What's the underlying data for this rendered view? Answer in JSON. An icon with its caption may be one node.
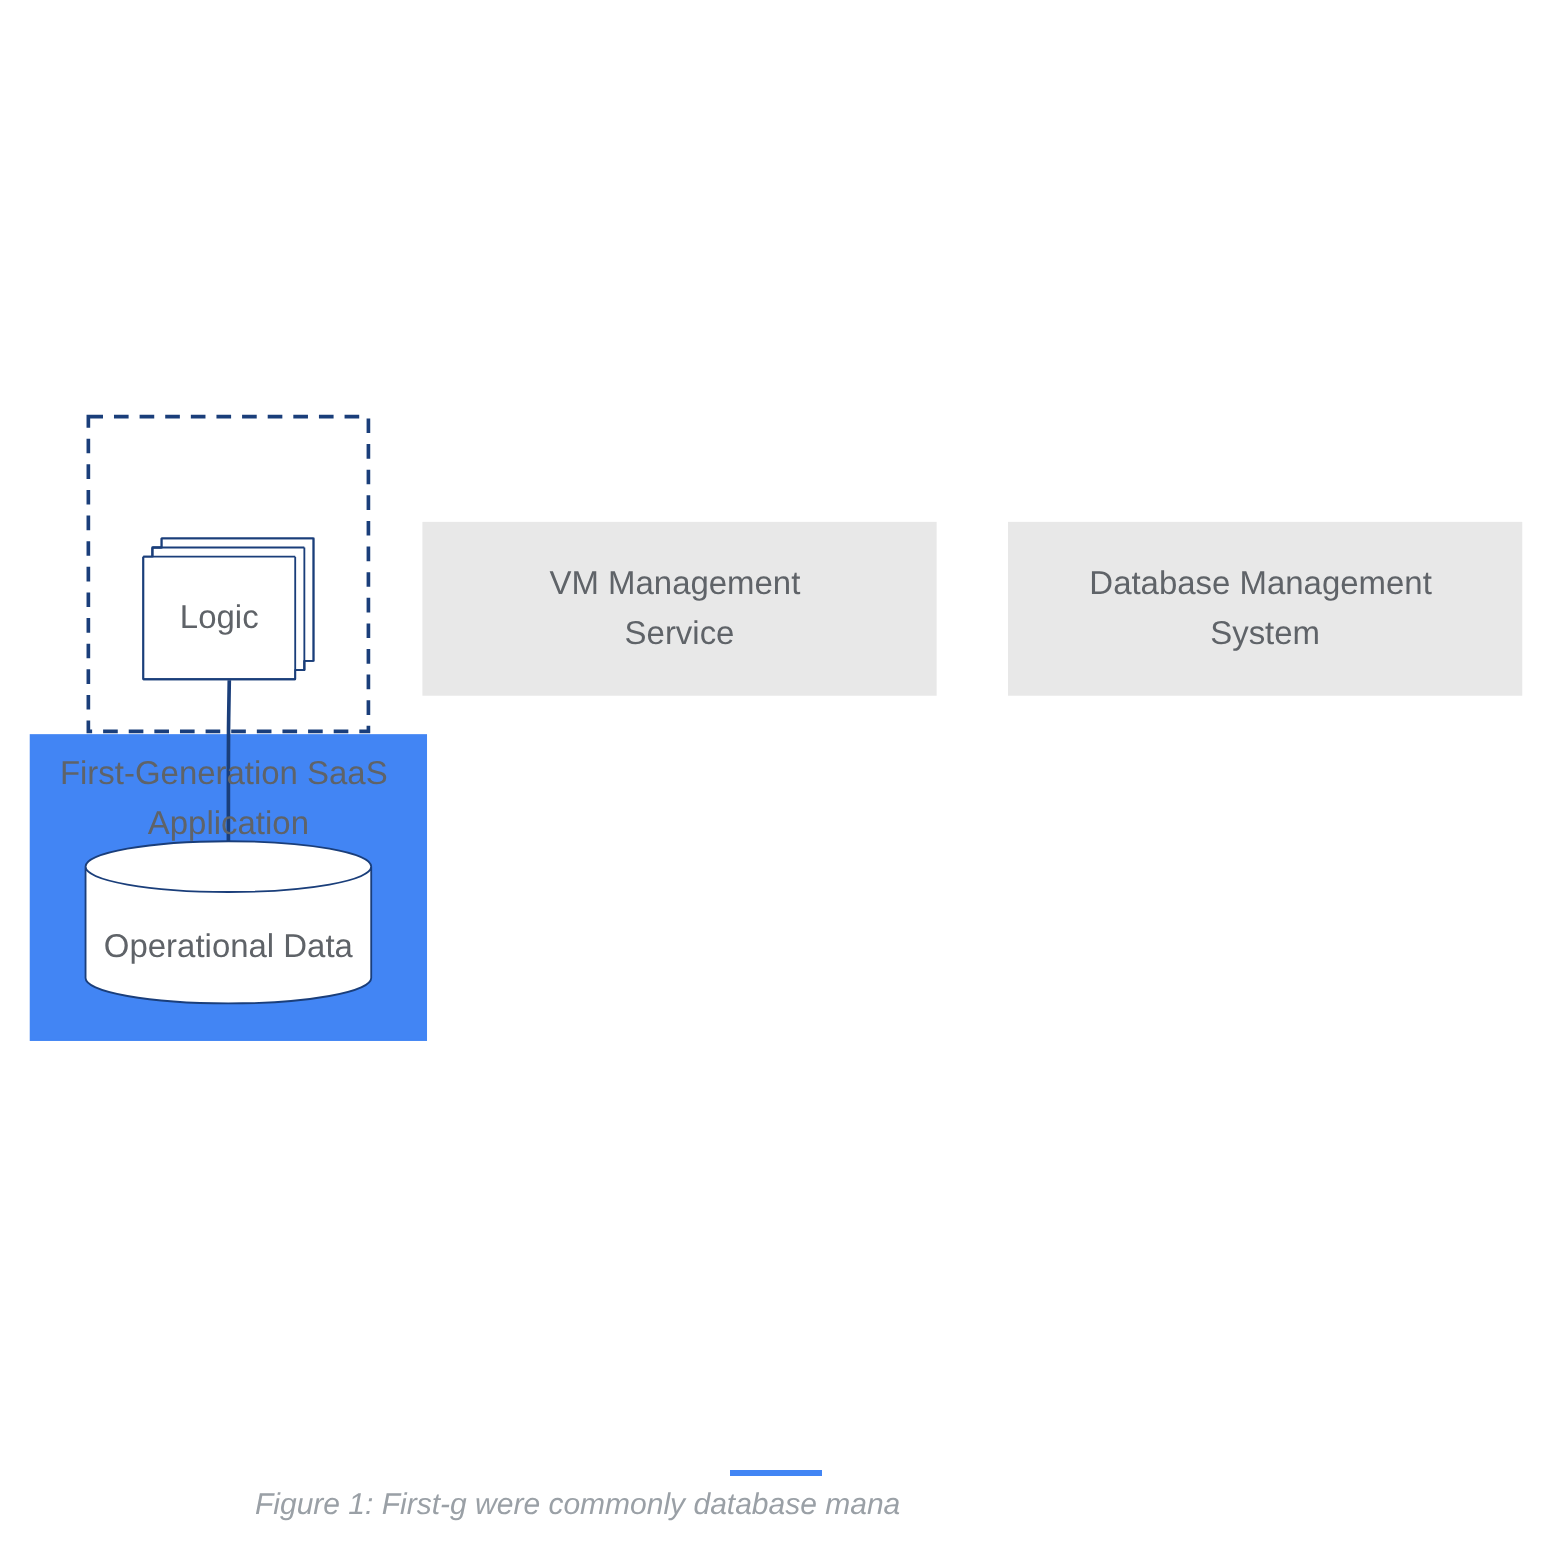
{
  "diagram": {
    "caption": "Figure 1: First-g were commonly database mana",
    "nodes": [
      {
        "text": [
          "VM Management Service"
        ]
      },
      {
        "text": [
          "First-Generation SaaS Application"
        ]
      },
      {
        "text": [],
        "shape": "box"
      },
      {
        "text": [
          "Logic"
        ],
        "in": 2
      },
      {
        "text": [
          "Operational Data"
        ],
        "in": 1
      },
      {
        "text": [
          "Database Management System"
        ]
      }
    ],
    "edges": [
      {
        "from": 3,
        "to": 4,
        "arrow": "none"
      }
    ]
  }
}
